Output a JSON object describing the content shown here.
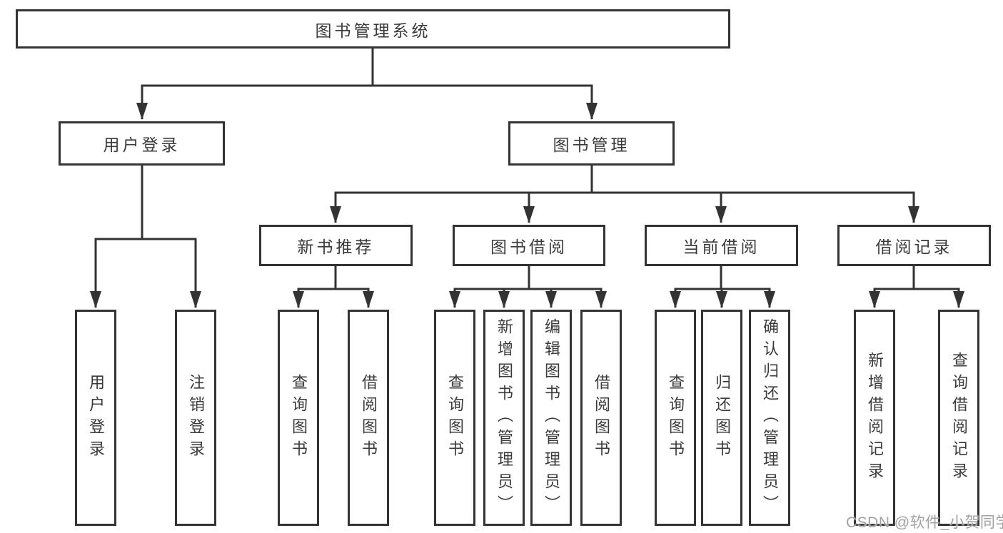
{
  "colors": {
    "line": "#333333",
    "text": "#3a3a3a",
    "watermark": "#a2a2a2"
  },
  "nodes": {
    "root": {
      "label": "图书管理系统"
    },
    "user_login": {
      "label": "用户登录"
    },
    "book_mgmt": {
      "label": "图书管理"
    },
    "new_book_rec": {
      "label": "新书推荐"
    },
    "book_borrow": {
      "label": "图书借阅"
    },
    "current_borrow": {
      "label": "当前借阅"
    },
    "borrow_records": {
      "label": "借阅记录"
    },
    "leaf_user_login": {
      "label": "用户登录"
    },
    "leaf_logout": {
      "label": "注销登录"
    },
    "leaf_query_book_1": {
      "label": "查询图书"
    },
    "leaf_borrow_book_1": {
      "label": "借阅图书"
    },
    "leaf_query_book_2": {
      "label": "查询图书"
    },
    "leaf_add_book": {
      "label": "新增图书（管理员）"
    },
    "leaf_edit_book": {
      "label": "编辑图书（管理员）"
    },
    "leaf_borrow_book_2": {
      "label": "借阅图书"
    },
    "leaf_query_book_3": {
      "label": "查询图书"
    },
    "leaf_return_book": {
      "label": "归还图书"
    },
    "leaf_confirm_return": {
      "label": "确认归还（管理员）"
    },
    "leaf_add_record": {
      "label": "新增借阅记录"
    },
    "leaf_query_record": {
      "label": "查询借阅记录"
    }
  },
  "hierarchy": {
    "root": [
      "user_login",
      "book_mgmt"
    ],
    "user_login": [
      "leaf_user_login",
      "leaf_logout"
    ],
    "book_mgmt": [
      "new_book_rec",
      "book_borrow",
      "current_borrow",
      "borrow_records"
    ],
    "new_book_rec": [
      "leaf_query_book_1",
      "leaf_borrow_book_1"
    ],
    "book_borrow": [
      "leaf_query_book_2",
      "leaf_add_book",
      "leaf_edit_book",
      "leaf_borrow_book_2"
    ],
    "current_borrow": [
      "leaf_query_book_3",
      "leaf_return_book",
      "leaf_confirm_return"
    ],
    "borrow_records": [
      "leaf_add_record",
      "leaf_query_record"
    ]
  },
  "watermark": {
    "text": "CSDN @软件_小贺同学"
  }
}
